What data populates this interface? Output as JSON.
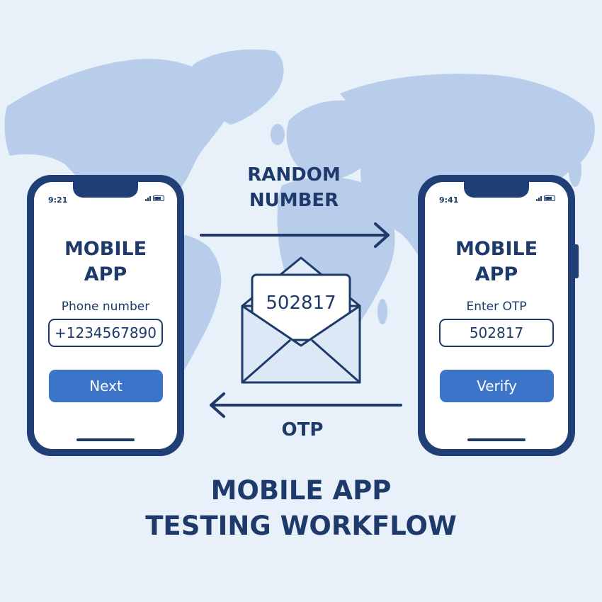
{
  "left_phone": {
    "time": "9:21",
    "title": "MOBILE\nAPP",
    "field_label": "Phone number",
    "field_value": "+1234567890",
    "button_label": "Next"
  },
  "right_phone": {
    "time": "9:41",
    "title": "MOBILE\nAPP",
    "field_label": "Enter OTP",
    "field_value": "502817",
    "button_label": "Verify"
  },
  "flow": {
    "forward_label": "RANDOM\nNUMBER",
    "return_label": "OTP",
    "envelope_code": "502817"
  },
  "footer": {
    "title": "MOBILE APP\nTESTING WORKFLOW"
  },
  "icons": {
    "background": "world-map",
    "message": "envelope-icon",
    "arrows": [
      "arrow-right-icon",
      "arrow-left-icon"
    ]
  },
  "colors": {
    "background": "#e8f0fa",
    "map": "#b7cde9",
    "navy": "#1d3a6b",
    "phone_frame": "#1f3f76",
    "button": "#3b74c9",
    "envelope_fill": "#dde8f7"
  }
}
